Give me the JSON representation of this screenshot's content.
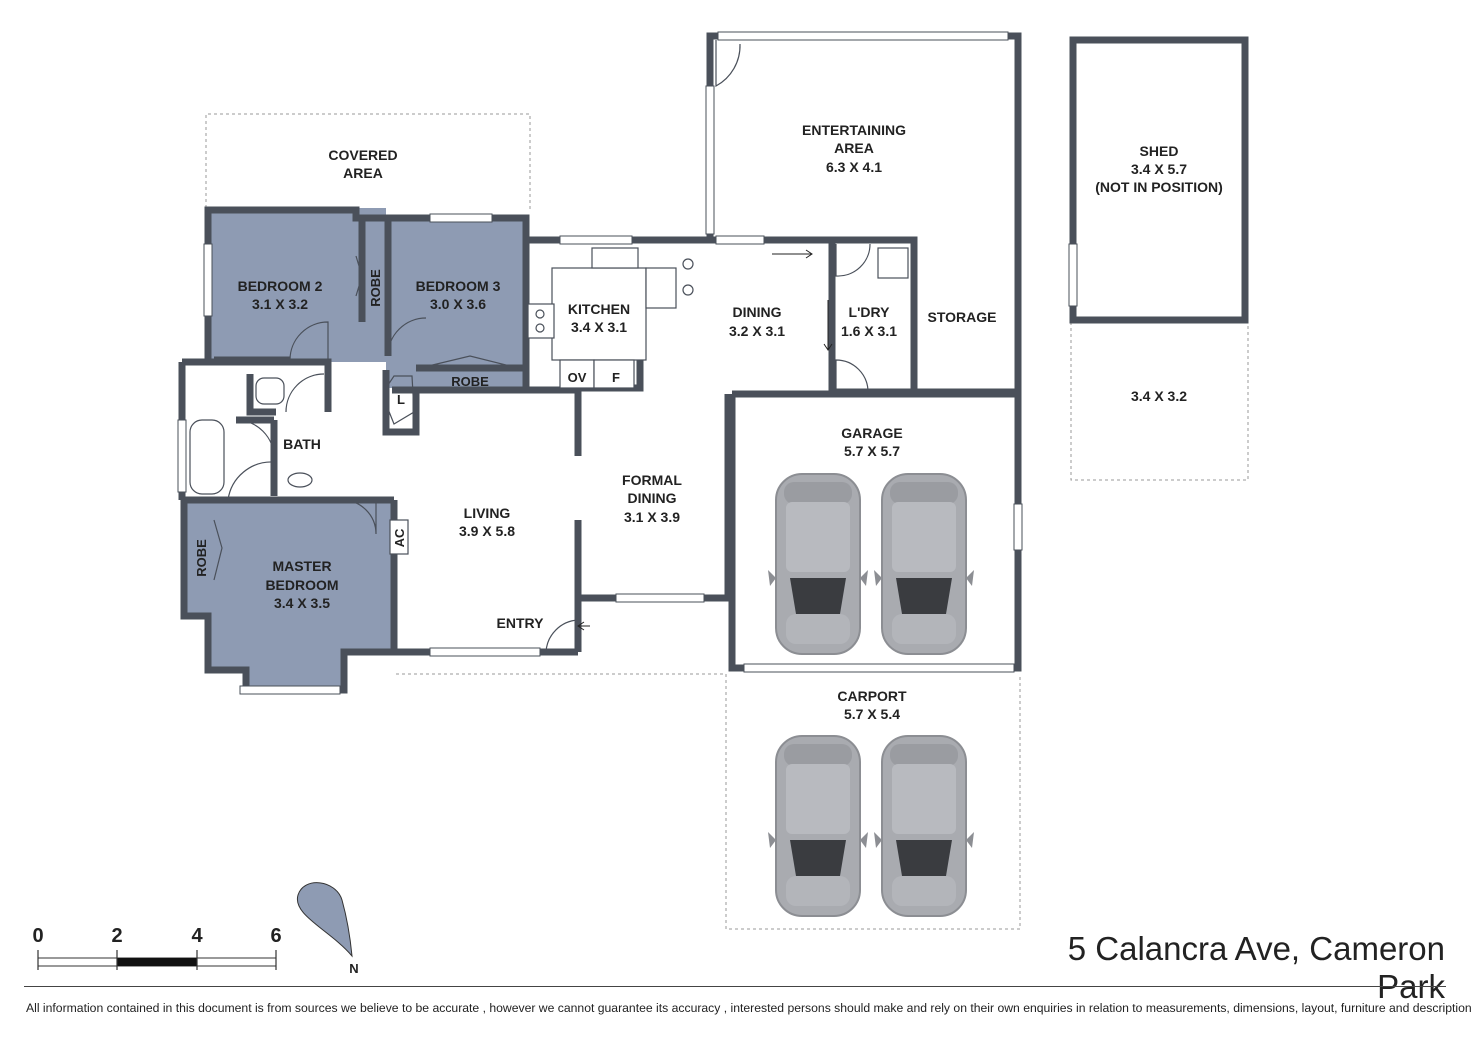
{
  "colors": {
    "wall": "#4a505a",
    "bedroom_fill": "#8e9bb3",
    "floor": "#ffffff",
    "car": "#a9abb0",
    "dashed": "#9a9a9a",
    "compass": "#8e9bb3"
  },
  "rooms": {
    "covered_area": [
      "COVERED",
      "AREA"
    ],
    "bedroom2": [
      "BEDROOM 2",
      "3.1 X 3.2"
    ],
    "bedroom3": [
      "BEDROOM 3",
      "3.0 X 3.6"
    ],
    "robe_top": "ROBE",
    "robe_b3": "ROBE",
    "kitchen": [
      "KITCHEN",
      "3.4 X 3.1"
    ],
    "ov": "OV",
    "f": "F",
    "dining": [
      "DINING",
      "3.2 X 3.1"
    ],
    "ldry": [
      "L'DRY",
      "1.6 X 3.1"
    ],
    "storage": "STORAGE",
    "entertaining": [
      "ENTERTAINING",
      "AREA",
      "6.3 X 4.1"
    ],
    "shed": [
      "SHED",
      "3.4 X 5.7",
      "(NOT IN POSITION)"
    ],
    "shed_slab": "3.4 X 3.2",
    "bath": "BATH",
    "linen": "L",
    "living": [
      "LIVING",
      "3.9 X 5.8"
    ],
    "formal_dining": [
      "FORMAL",
      "DINING",
      "3.1 X 3.9"
    ],
    "garage": [
      "GARAGE",
      "5.7 X 5.7"
    ],
    "ac": "AC",
    "robe_master": "ROBE",
    "master": [
      "MASTER",
      "BEDROOM",
      "3.4 X 3.5"
    ],
    "entry": "ENTRY",
    "carport": [
      "CARPORT",
      "5.7 X 5.4"
    ]
  },
  "scale": {
    "ticks": [
      "0",
      "2",
      "4",
      "6"
    ]
  },
  "compass": {
    "label": "N"
  },
  "address": "5 Calancra Ave, Cameron Park",
  "disclaimer": "All information contained in this document is from sources we believe to be accurate , however we cannot guarantee its accuracy , interested persons should make and rely on their own enquiries in relation to measurements, dimensions, layout, furniture and descriptions."
}
